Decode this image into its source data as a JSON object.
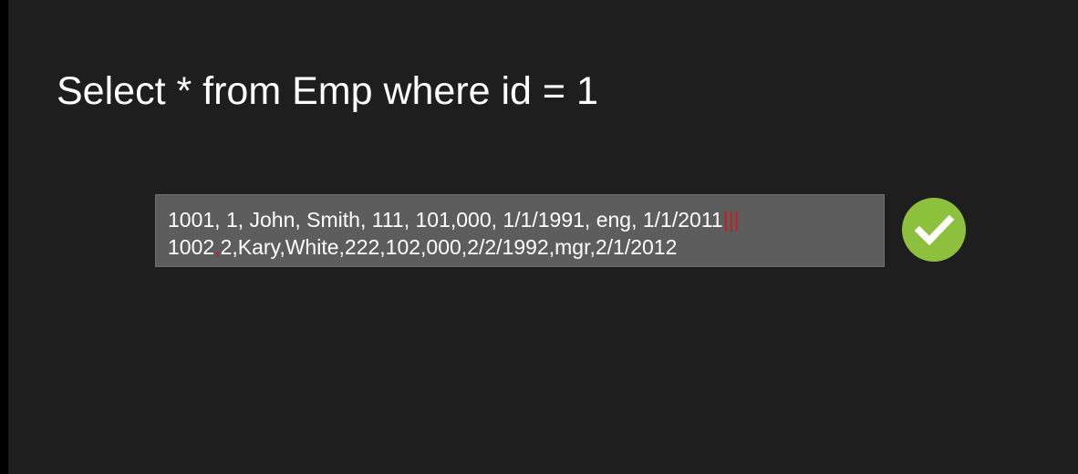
{
  "slide": {
    "title": "Select * from Emp where id = 1"
  },
  "record_box": {
    "line1": {
      "text": "1001, 1, John, Smith, 111, 101,000, 1/1/1991, eng, 1/1/2011",
      "row_delimiter": "|||"
    },
    "line2": {
      "id": "1002",
      "field_delimiter": ",",
      "rest": "2,Kary,White,222,102,000,2/2/1992,mgr,2/1/2012"
    }
  },
  "status": {
    "icon": "checkmark-icon",
    "color": "#8dc03c"
  }
}
